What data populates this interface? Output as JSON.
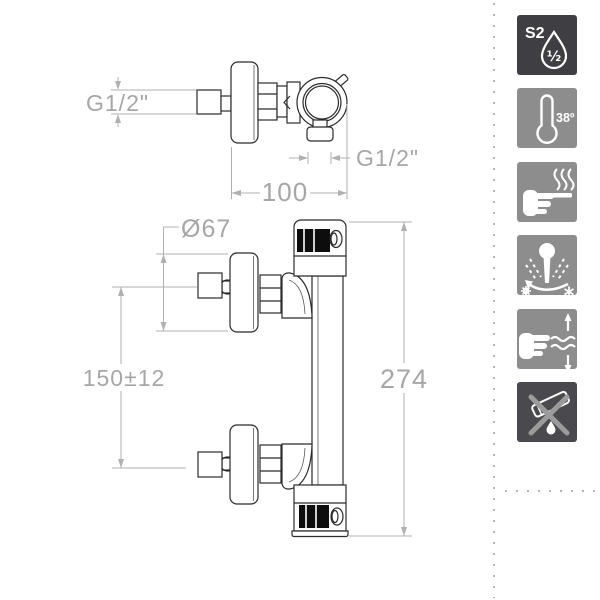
{
  "page": {
    "type": "product technical drawing sheet",
    "background": "#ffffff"
  },
  "drawing": {
    "stroke_color": "#2b2b2b",
    "dimension_color": "#a6a6a6",
    "handle_band_color": "#0d0d0d",
    "top_view": {
      "labels": {
        "inlet_thread": "G1/2\"",
        "outlet_thread": "G1/2\"",
        "wall_to_front": "100"
      }
    },
    "front_view": {
      "labels": {
        "flange_diameter": "Ø67",
        "inlet_spacing": "150±12",
        "overall_height": "274"
      }
    }
  },
  "feature_icons": {
    "separator_color": "#b3b3b3",
    "items": [
      {
        "name": "s2-half-inch",
        "bg": "#3f3e42",
        "texts": {
          "model": "S2",
          "fraction": "½"
        }
      },
      {
        "name": "temperature-38",
        "bg": "#8d8d8d",
        "texts": {
          "temperature": "38º"
        }
      },
      {
        "name": "cool-touch-surface",
        "bg": "#8d8d8d"
      },
      {
        "name": "temperature-control-lever",
        "bg": "#8d8d8d"
      },
      {
        "name": "flow-control",
        "bg": "#8d8d8d"
      },
      {
        "name": "no-aggressive-cleaners",
        "bg": "#4a494d"
      }
    ]
  }
}
